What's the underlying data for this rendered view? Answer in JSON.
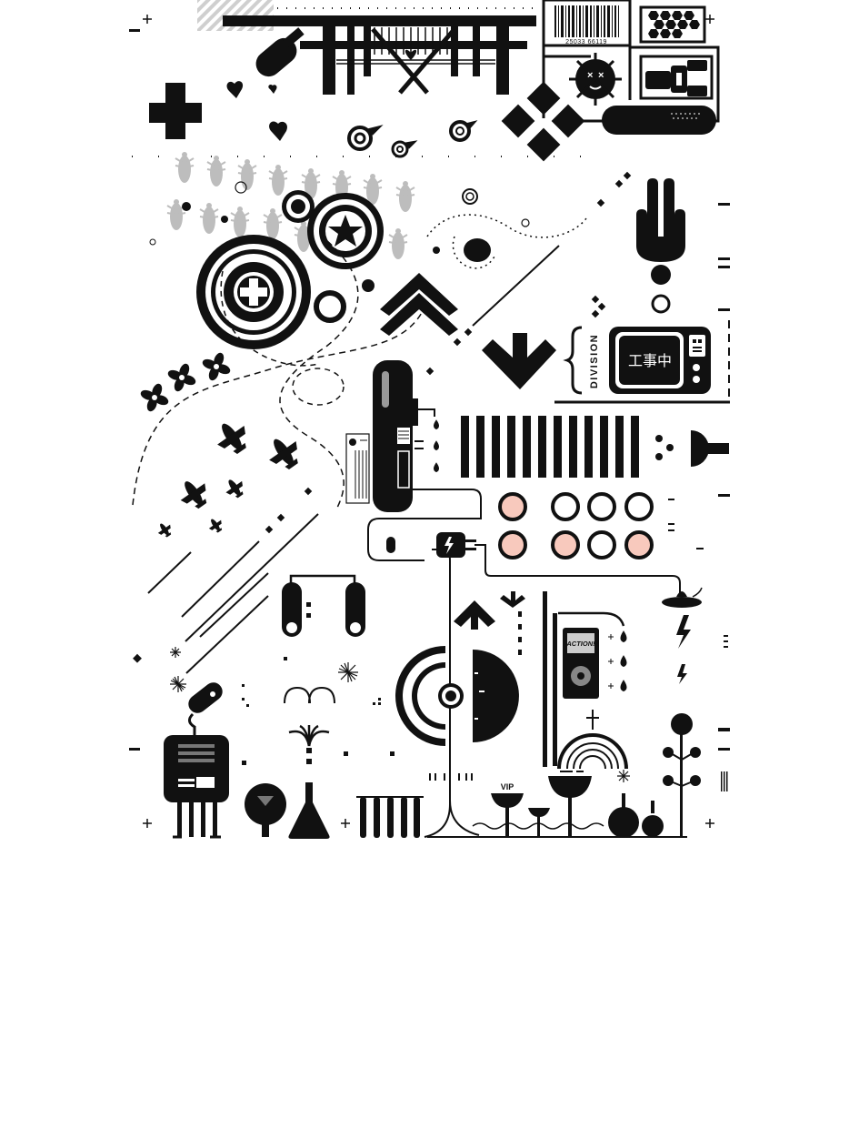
{
  "poster": {
    "barcode_number": "25033 66119",
    "side_label": "DIVISION",
    "tv_text": "工事中",
    "mp3_screen_text": "ACTION!",
    "cup_label": "VIP"
  },
  "colors": {
    "ink": "#111111",
    "grey": "#bdbdbd",
    "pink": "#f8c9bd",
    "paper": "#ffffff"
  },
  "icons": [
    "plus-icon",
    "heart-icon",
    "barcode-icon",
    "hexagon-grid-icon",
    "virus-icon",
    "robot-icon",
    "bug-icon",
    "target-icon",
    "star-badge-icon",
    "chevron-up-icon",
    "arrow-down-icon",
    "tv-icon",
    "pen-icon",
    "plug-icon",
    "mouse-icon",
    "lightning-icon",
    "mp3-player-icon",
    "flask-icon",
    "tree-icon",
    "rainbow-icon",
    "cup-icon",
    "fountain-icon"
  ]
}
